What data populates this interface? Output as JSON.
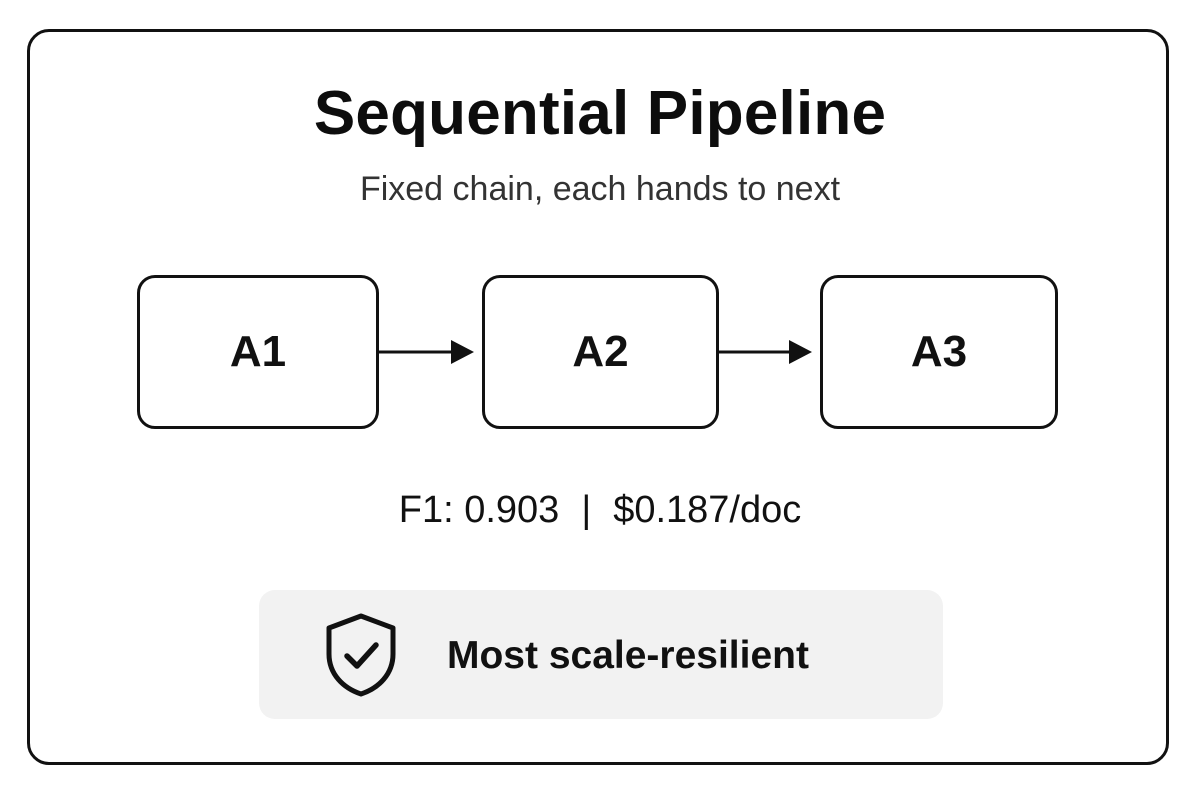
{
  "diagram": {
    "title": "Sequential Pipeline",
    "subtitle": "Fixed chain, each hands to next",
    "nodes": [
      {
        "id": "a1",
        "label": "A1"
      },
      {
        "id": "a2",
        "label": "A2"
      },
      {
        "id": "a3",
        "label": "A3"
      }
    ],
    "edges": [
      {
        "from": "A1",
        "to": "A2"
      },
      {
        "from": "A2",
        "to": "A3"
      }
    ],
    "metrics": {
      "f1_label": "F1:",
      "f1_value": "0.903",
      "separator": "|",
      "cost": "$0.187/doc"
    },
    "badge": {
      "icon": "shield-check-icon",
      "label": "Most scale-resilient"
    }
  },
  "colors": {
    "stroke": "#111111",
    "badge_background": "#f2f2f2",
    "subtitle_text": "#333333"
  }
}
